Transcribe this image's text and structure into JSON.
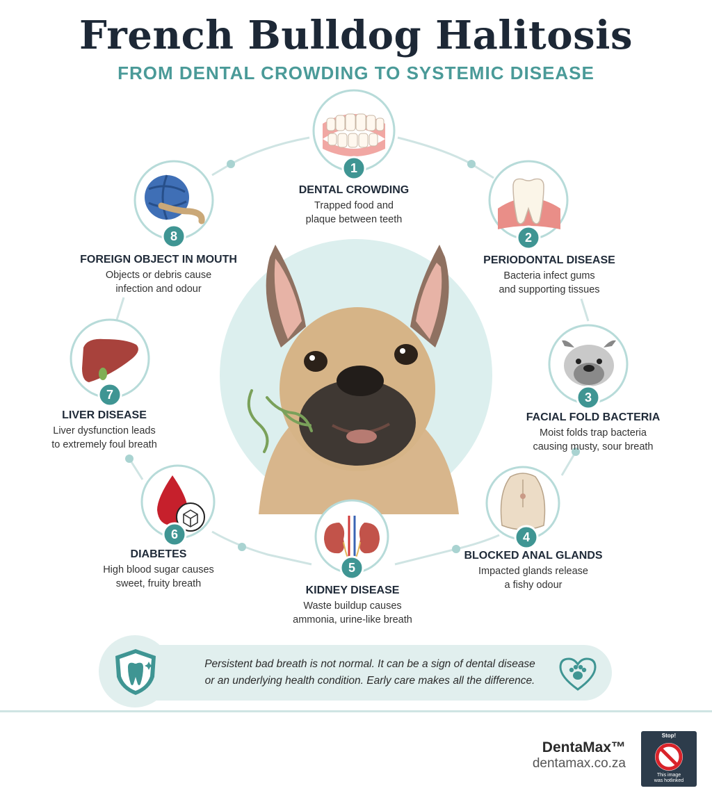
{
  "header": {
    "title": "French Bulldog Halitosis",
    "subtitle": "FROM DENTAL CROWDING TO SYSTEMIC DISEASE"
  },
  "colors": {
    "teal": "#4a9a98",
    "teal_line": "#cfe4e3",
    "dark_navy": "#1d2836",
    "banner_bg": "#e1efee"
  },
  "steps": [
    {
      "number": "1",
      "title": "DENTAL CROWDING",
      "desc1": "Trapped food and",
      "desc2": "plaque between teeth",
      "icon": "teeth-icon"
    },
    {
      "number": "2",
      "title": "PERIODONTAL DISEASE",
      "desc1": "Bacteria infect gums",
      "desc2": "and supporting tissues",
      "icon": "tooth-gum-icon"
    },
    {
      "number": "3",
      "title": "FACIAL FOLD BACTERIA",
      "desc1": "Moist folds trap bacteria",
      "desc2": "causing musty, sour breath",
      "icon": "bulldog-face-icon"
    },
    {
      "number": "4",
      "title": "BLOCKED ANAL GLANDS",
      "desc1": "Impacted glands release",
      "desc2": "a fishy odour",
      "icon": "dog-rear-icon"
    },
    {
      "number": "5",
      "title": "KIDNEY DISEASE",
      "desc1": "Waste buildup causes",
      "desc2": "ammonia, urine-like breath",
      "icon": "kidneys-icon"
    },
    {
      "number": "6",
      "title": "DIABETES",
      "desc1": "High blood sugar causes",
      "desc2": "sweet, fruity breath",
      "icon": "blood-drop-sugar-icon"
    },
    {
      "number": "7",
      "title": "LIVER DISEASE",
      "desc1": "Liver dysfunction leads",
      "desc2": "to extremely foul breath",
      "icon": "liver-icon"
    },
    {
      "number": "8",
      "title": "FOREIGN OBJECT IN MOUTH",
      "desc1": "Objects or debris cause",
      "desc2": "infection and odour",
      "icon": "ball-rope-toy-icon"
    }
  ],
  "banner": {
    "line1": "Persistent bad breath is not normal. It can be a sign of dental disease",
    "line2": "or an underlying health condition. Early care makes all the difference.",
    "left_icon": "shield-tooth-icon",
    "right_icon": "heart-paw-icon"
  },
  "footer": {
    "brand": "DentaMax™",
    "url": "dentamax.co.za",
    "badge_top": "Stop!",
    "badge_line1": "This image",
    "badge_line2": "was hotlinked"
  },
  "center_image": "french-bulldog-portrait"
}
